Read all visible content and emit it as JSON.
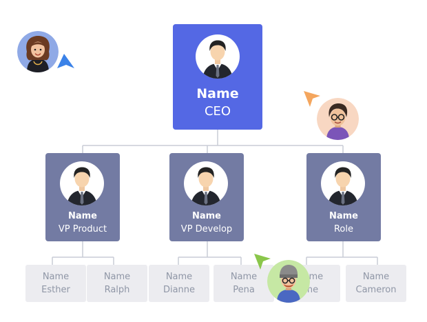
{
  "org_chart": {
    "ceo": {
      "name": "Name",
      "role": "CEO"
    },
    "vps": [
      {
        "name": "Name",
        "role": "VP Product"
      },
      {
        "name": "Name",
        "role": "VP Develop"
      },
      {
        "name": "Name",
        "role": "Role"
      }
    ],
    "reports": [
      {
        "name": "Name",
        "role": "Esther"
      },
      {
        "name": "Name",
        "role": "Ralph"
      },
      {
        "name": "Name",
        "role": "Dianne"
      },
      {
        "name": "Name",
        "role": "Pena"
      },
      {
        "name": "Name",
        "role": "ene"
      },
      {
        "name": "Name",
        "role": "Cameron"
      }
    ]
  },
  "collaborators": [
    {
      "icon": "user-avatar-woman-icon",
      "cursor_color": "#3b82e8"
    },
    {
      "icon": "user-avatar-glasses-woman-icon",
      "cursor_color": "#f4a65e"
    },
    {
      "icon": "user-avatar-beanie-man-icon",
      "cursor_color": "#8ac64a"
    }
  ],
  "colors": {
    "ceo_card": "#5468e4",
    "vp_card": "#737ba3",
    "report_card": "#ececf0",
    "connector": "#c9ccd6"
  }
}
